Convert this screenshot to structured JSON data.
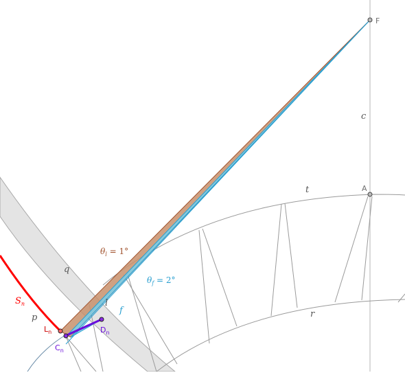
{
  "points": {
    "F": "F",
    "A": "A",
    "L": "L",
    "L_sub": "n",
    "C": "C",
    "C_sub": "n",
    "D": "D",
    "D_sub": "n"
  },
  "labels": {
    "c": "c",
    "t": "t",
    "q": "q",
    "p": "p",
    "l": "l",
    "f": "f",
    "r": "r",
    "S": "S",
    "S_sub": "n",
    "theta_l": "θ",
    "theta_l_sub": "l",
    "theta_l_rest": " = 1°",
    "theta_f": "θ",
    "theta_f_sub": "f",
    "theta_f_rest": " = 2°"
  },
  "colors": {
    "red": "#ff0000",
    "brown": "#a0522d",
    "brown_fill": "#c8906c",
    "blue": "#2a9fd0",
    "blue_fill": "#7fcde6",
    "purple": "#6a0ddb",
    "band": "#e4e4e4",
    "gray_line": "#9a9a9a"
  }
}
